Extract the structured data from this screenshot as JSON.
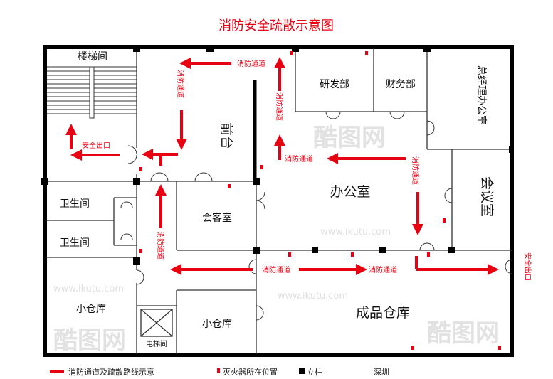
{
  "title": "消防安全疏散示意图",
  "rooms": {
    "stairwell": "楼梯间",
    "reception": "前台",
    "rd": "研发部",
    "finance": "财务部",
    "gm_office": "总经理办公室",
    "office": "办公室",
    "meeting": "会议室",
    "guest": "会客室",
    "toilet1": "卫生间",
    "toilet2": "卫生间",
    "storage_left": "小仓库",
    "storage_mid": "小仓库",
    "elevator": "电梯间",
    "warehouse": "成品仓库"
  },
  "routes": {
    "fire_passage": "消防通道",
    "safety_exit": "安全出口"
  },
  "legend": {
    "route": "消防通道及疏散路线示意",
    "extinguisher": "灭火器所在位置",
    "pillar": "立柱",
    "company": "深圳"
  },
  "watermark": {
    "logo": "酷图网",
    "url": "www.ikutu.com"
  },
  "colors": {
    "route": "#e60012",
    "wall": "#000000"
  }
}
